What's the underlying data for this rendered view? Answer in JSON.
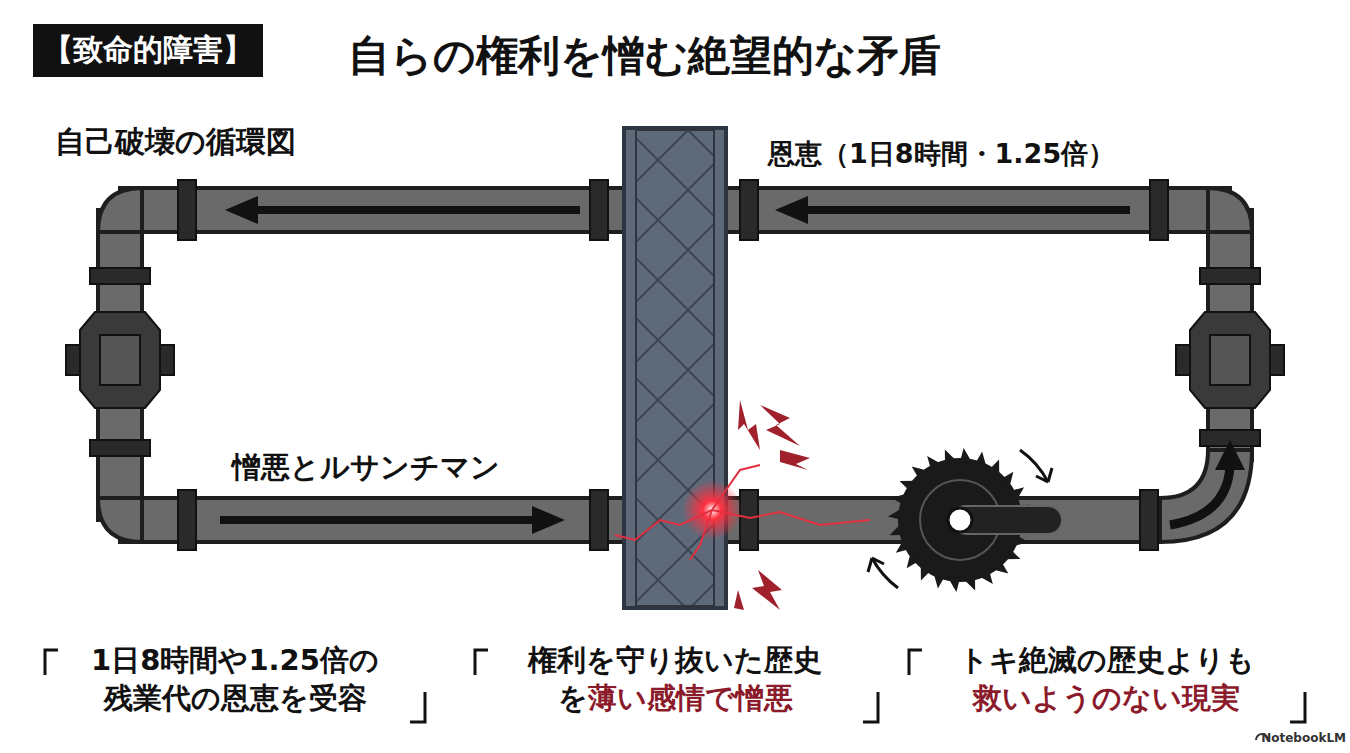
{
  "diagram": {
    "title": "自らの権利を憎む絶望的な矛盾",
    "nodes": [
      {
        "text": [
          "【致命的障害】"
        ]
      }
    ],
    "labels": [
      "自己破壊の循環図",
      "恩恵（1日8時間・1.25倍）",
      "憎悪とルサンチマン",
      "1日8時間や1.25倍の 残業代の恩恵を受容",
      "権利を守り抜いた歴史",
      "を",
      "薄い感情で憎悪",
      "トキ絶滅の歴史よりも",
      "救いようのない現実",
      "NotebookLM"
    ]
  }
}
